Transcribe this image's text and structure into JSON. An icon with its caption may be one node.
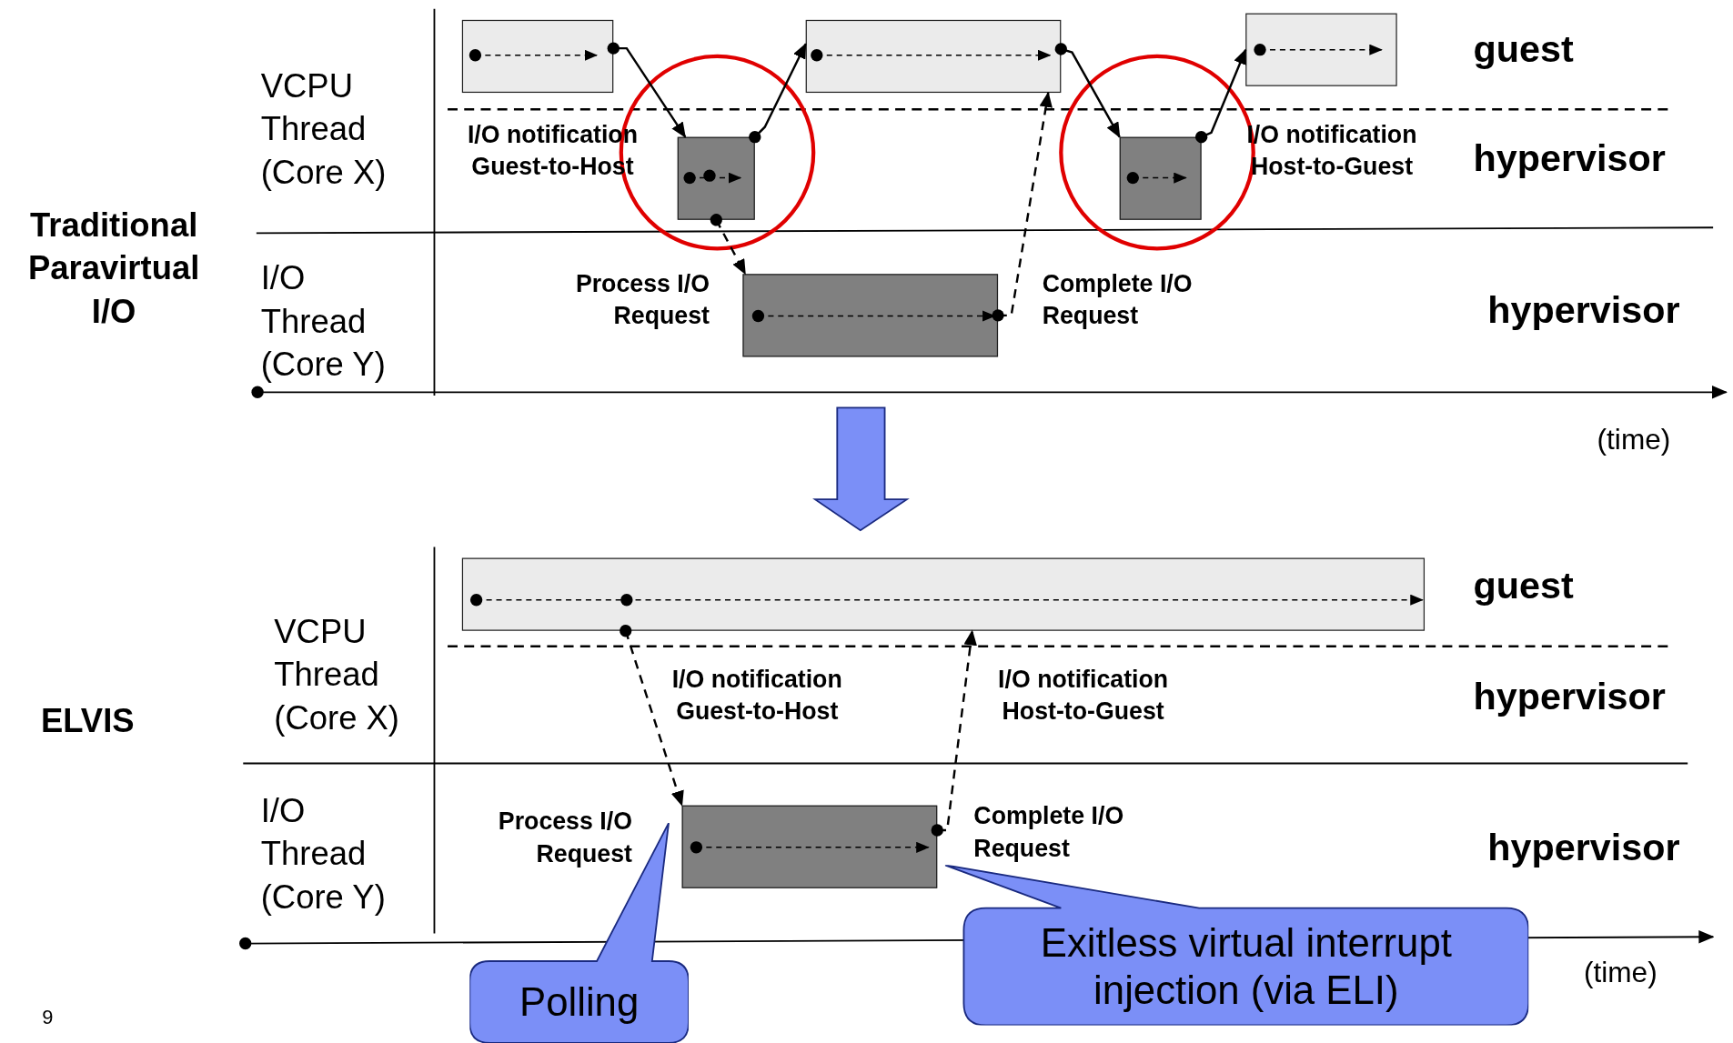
{
  "diagram": {
    "nodes": [
      {
        "text": [],
        "shape": "box"
      },
      {
        "text": [],
        "shape": "box"
      },
      {
        "text": [],
        "shape": "box"
      },
      {
        "text": [],
        "shape": "box"
      },
      {
        "text": [],
        "shape": "box"
      },
      {
        "text": [],
        "shape": "box"
      },
      {
        "text": [],
        "shape": "box"
      },
      {
        "text": [],
        "shape": "box"
      },
      {
        "text": [
          "Polling"
        ]
      },
      {
        "text": [
          "Exitless virtual interrupt injection (via ELI)"
        ]
      }
    ],
    "edges": [
      {
        "from": 0,
        "to": 3,
        "arrow": "to"
      },
      {
        "from": 3,
        "to": 1,
        "arrow": "to"
      },
      {
        "from": 3,
        "to": 5,
        "arrow": "to",
        "style": "dashed"
      },
      {
        "from": 5,
        "to": 1,
        "arrow": "to",
        "style": "dashed"
      },
      {
        "from": 1,
        "to": 4,
        "arrow": "to"
      },
      {
        "from": 4,
        "to": 2,
        "arrow": "to"
      },
      {
        "from": 6,
        "to": 7,
        "arrow": "to",
        "style": "dashed"
      },
      {
        "from": 7,
        "to": 6,
        "arrow": "to",
        "style": "dashed"
      },
      {
        "from": 5,
        "to": 6,
        "arrow": "to",
        "style": "thick",
        "color": "#7b8ff7"
      }
    ],
    "labels": [
      "VCPU Thread (Core X)",
      "guest",
      "I/O notification Guest-to-Host",
      "I/O notification Host-to-Guest",
      "hypervisor",
      "Traditional Paravirtual I/O",
      "I/O Thread (Core Y)",
      "Process I/O Request",
      "Complete I/O Request",
      "hypervisor",
      "(time)",
      "guest",
      "VCPU Thread (Core X)",
      "I/O notification Guest-to-Host",
      "I/O notification Host-to-Guest",
      "hypervisor",
      "ELVIS",
      "I/O Thread (Core Y)",
      "Process I/O Request",
      "Complete I/O Request",
      "hypervisor",
      "(time)",
      "9"
    ]
  }
}
